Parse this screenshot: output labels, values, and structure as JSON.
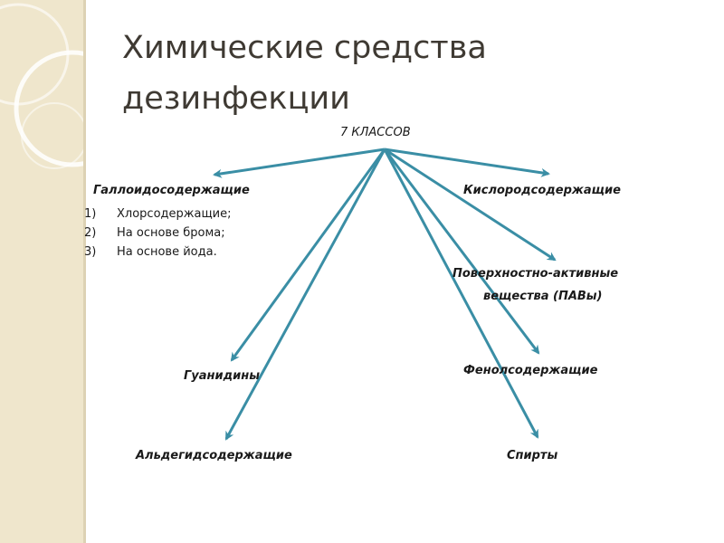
{
  "slide": {
    "title_line1": "Химические средства",
    "title_line2": "дезинфекции"
  },
  "diagram": {
    "root": "7 КЛАССОВ",
    "nodes": {
      "halogen": "Галлоидосодержащие",
      "oxygen": "Кислородсодержащие",
      "surfactant_line1": "Поверхностно-активные",
      "surfactant_line2": "вещества (ПАВы)",
      "guanidine": "Гуанидины",
      "phenol": "Фенолсодержащие",
      "aldehyde": "Альдегидсодержащие",
      "alcohol": "Спирты"
    },
    "halogen_list": [
      {
        "num": "1)",
        "text": "Хлорсодержащие;"
      },
      {
        "num": "2)",
        "text": "На основе брома;"
      },
      {
        "num": "3)",
        "text": "На основе йода."
      }
    ]
  },
  "colors": {
    "arrow": "#3a8ea5",
    "sidebar": "#efe6cc",
    "title": "#3f3a33"
  }
}
